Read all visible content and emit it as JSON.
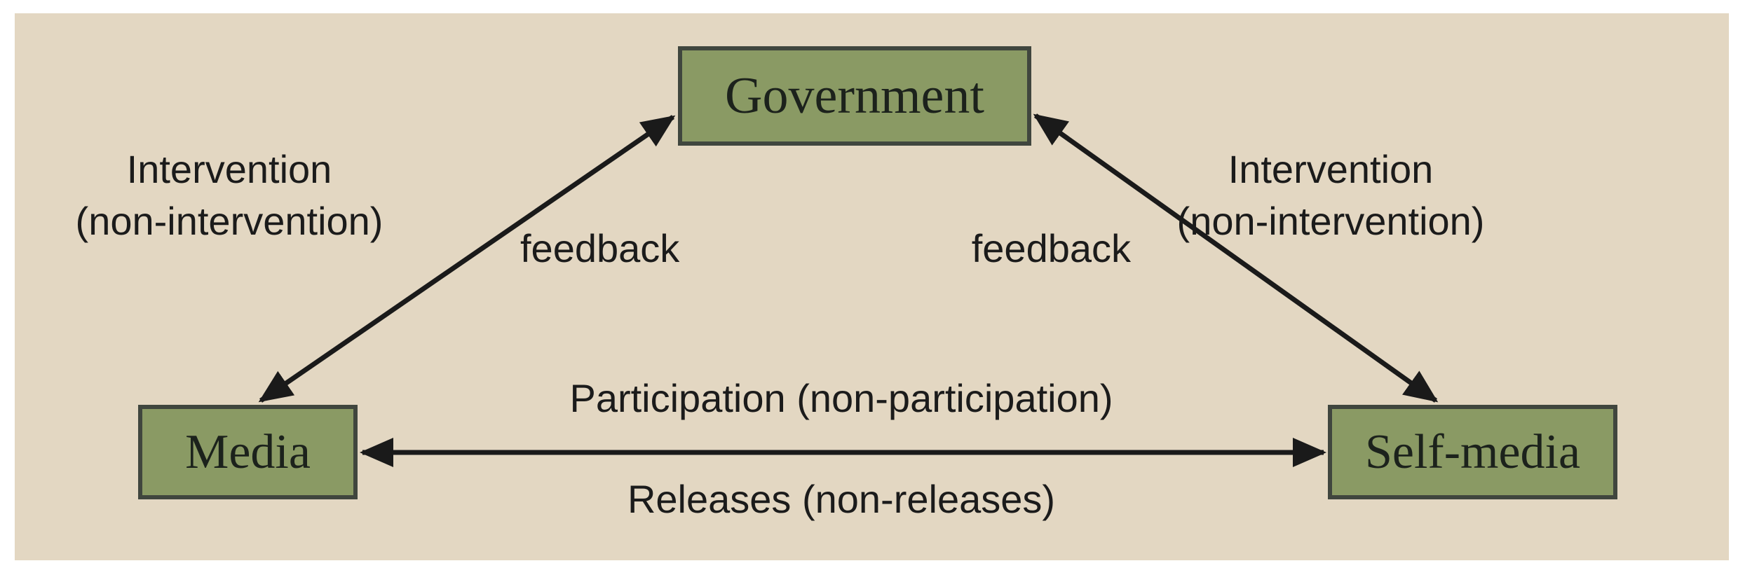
{
  "diagram": {
    "panel_background": "#e3d7c2",
    "node_fill": "#8a9a64",
    "node_border": "#40463e",
    "arrow_color": "#1a1a1a",
    "text_color": "#1b1b1b"
  },
  "nodes": {
    "government": {
      "label": "Government"
    },
    "media": {
      "label": "Media"
    },
    "selfmedia": {
      "label": "Self-media"
    }
  },
  "edges": {
    "government_media": {
      "relation_line1": "Intervention",
      "relation_line2": "(non-intervention)",
      "feedback_label": "feedback"
    },
    "government_selfmedia": {
      "relation_line1": "Intervention",
      "relation_line2": "(non-intervention)",
      "feedback_label": "feedback"
    },
    "media_selfmedia": {
      "label_above": "Participation (non-participation)",
      "label_below": "Releases (non-releases)"
    }
  }
}
